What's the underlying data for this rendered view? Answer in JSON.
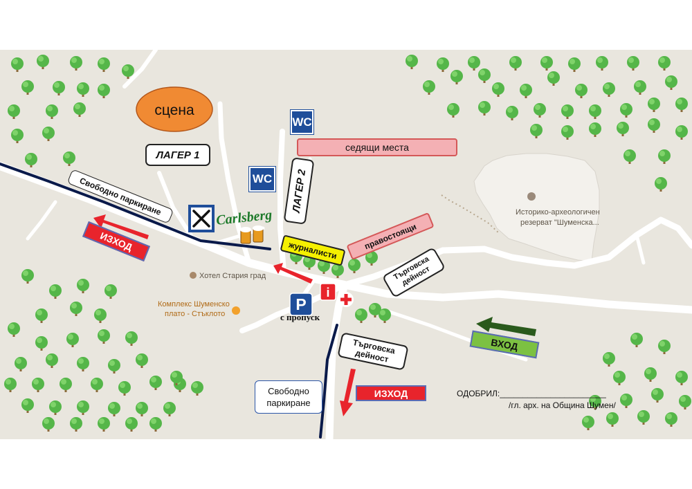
{
  "stage": {
    "label": "сцена"
  },
  "camp1": {
    "label": "ЛАГЕР 1"
  },
  "camp2": {
    "label": "ЛАГЕР 2"
  },
  "wc": {
    "label": "WC"
  },
  "seating": {
    "label": "седящи места"
  },
  "press": {
    "label": "журналисти"
  },
  "standing": {
    "label": "правостоящи"
  },
  "trade": {
    "line1": "Търговска",
    "line2": "дейност"
  },
  "free_parking": {
    "label": "Свободно паркиране",
    "line1": "Свободно",
    "line2": "паркиране"
  },
  "exit": {
    "label": "ИЗХОД"
  },
  "entrance": {
    "label": "ВХОД"
  },
  "parking": {
    "letter": "P",
    "label": "с пропуск"
  },
  "info": {
    "letter": "i"
  },
  "beer": {
    "brand": "Carlsberg"
  },
  "poi": {
    "hotel": "Хотел Стария град",
    "complex_line1": "Комплекс Шуменско",
    "complex_line2": "плато - Стъклото",
    "reserve_line1": "Историко-археологичен",
    "reserve_line2": "резерват \"Шуменска..."
  },
  "approval": {
    "label": "ОДОБРИЛ:",
    "signature_line": "_______________________",
    "role": "/гл. арх. на Община Шумен/"
  },
  "icons": [
    "tree-icon",
    "wc-icon",
    "restaurant-icon",
    "beer-mugs-icon",
    "parking-icon",
    "info-icon",
    "first-aid-icon",
    "landmark-icon",
    "hotel-icon",
    "cafe-icon",
    "arrow-icon"
  ],
  "colors": {
    "map_background": "#e9e6de",
    "road": "#ffffff",
    "stage": "#f08a33",
    "exit_red": "#e8242c",
    "entrance_green": "#7cc142",
    "entrance_arrow": "#2a5a1c",
    "wc_blue": "#1f4e9a",
    "press_yellow": "#f5f000",
    "seating_pink": "#f4b0b4",
    "tree_green": "#55b649",
    "boundary_line": "#0a1a4a"
  }
}
